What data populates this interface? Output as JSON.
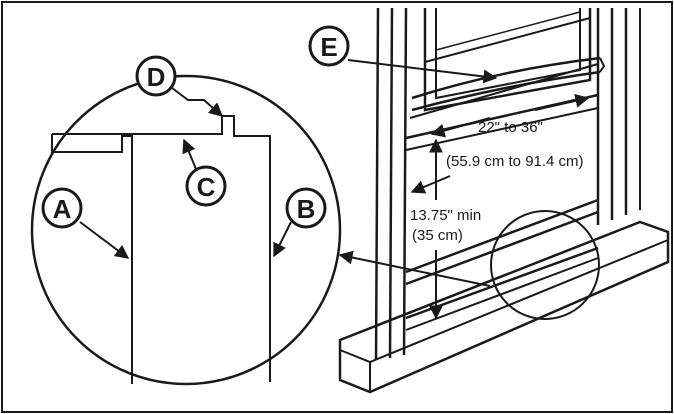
{
  "labels": {
    "a": "A",
    "b": "B",
    "c": "C",
    "d": "D",
    "e": "E"
  },
  "measurements": {
    "window_opening_imperial": "22\" to 36\"",
    "window_opening_metric": "(55.9 cm to 91.4 cm)",
    "sill_height_imperial": "13.75\" min",
    "sill_height_metric": "(35 cm)"
  },
  "colors": {
    "line": "#1a1a1a",
    "background": "#ffffff"
  }
}
